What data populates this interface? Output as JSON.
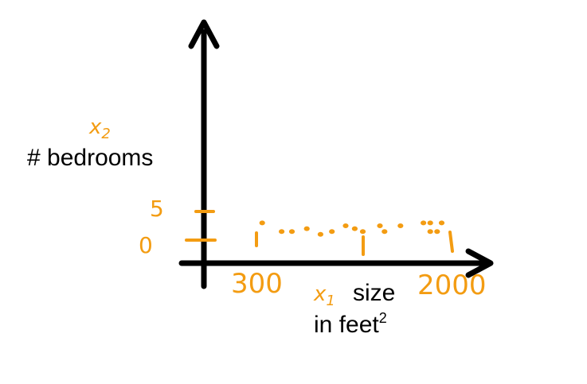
{
  "chart_data": {
    "type": "scatter",
    "x_var": "x",
    "x_sub": "1",
    "x_label": "size",
    "x_unit_base": "in feet",
    "x_unit_sup": "2",
    "y_var": "x",
    "y_sub": "2",
    "y_label": "# bedrooms",
    "x_ticks": [
      "300",
      "2000"
    ],
    "y_ticks": [
      "0",
      "5"
    ],
    "xlim": [
      300,
      2000
    ],
    "ylim": [
      0,
      5
    ],
    "points": [
      {
        "x": 350,
        "y": 3
      },
      {
        "x": 520,
        "y": 1.5
      },
      {
        "x": 610,
        "y": 1.5
      },
      {
        "x": 740,
        "y": 2
      },
      {
        "x": 860,
        "y": 1
      },
      {
        "x": 960,
        "y": 1.5
      },
      {
        "x": 1080,
        "y": 2.5
      },
      {
        "x": 1160,
        "y": 2
      },
      {
        "x": 1230,
        "y": 1.5
      },
      {
        "x": 1380,
        "y": 2.5
      },
      {
        "x": 1420,
        "y": 1.5
      },
      {
        "x": 1560,
        "y": 2.5
      },
      {
        "x": 1760,
        "y": 3
      },
      {
        "x": 1820,
        "y": 3
      },
      {
        "x": 1820,
        "y": 1.5
      },
      {
        "x": 1880,
        "y": 1.5
      },
      {
        "x": 1920,
        "y": 3
      }
    ],
    "grid": false,
    "legend": "none"
  },
  "colors": {
    "axis": "#000000",
    "handwriting": "#f39c12",
    "background": "#ffffff"
  }
}
